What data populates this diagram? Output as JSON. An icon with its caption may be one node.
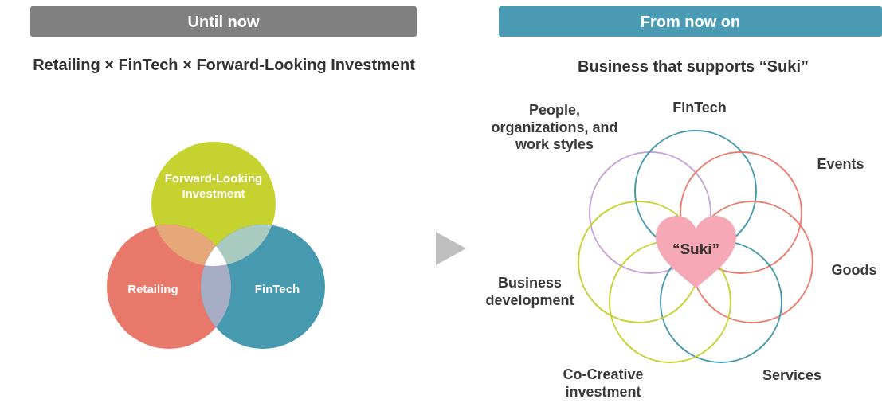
{
  "diagram": {
    "nodes": [
      {
        "text": [
          "Until now"
        ]
      },
      {
        "text": [
          "From now on"
        ]
      },
      {
        "text": [
          "Forward-Looking Investment"
        ]
      },
      {
        "text": [
          "Retailing"
        ]
      },
      {
        "text": [
          "FinTech"
        ]
      },
      {
        "text": [
          "People, organizations, and work styles"
        ]
      },
      {
        "text": [
          "FinTech"
        ]
      },
      {
        "text": [
          "Events"
        ]
      },
      {
        "text": [
          "Goods"
        ]
      },
      {
        "text": [
          "Services"
        ]
      },
      {
        "text": [
          "Co-Creative investment"
        ]
      },
      {
        "text": [
          "Business development"
        ]
      },
      {
        "text": [
          "“Suki”"
        ]
      }
    ],
    "labels": [
      "Retailing × FinTech × Forward-Looking Investment",
      "Business that supports “Suki”"
    ]
  }
}
